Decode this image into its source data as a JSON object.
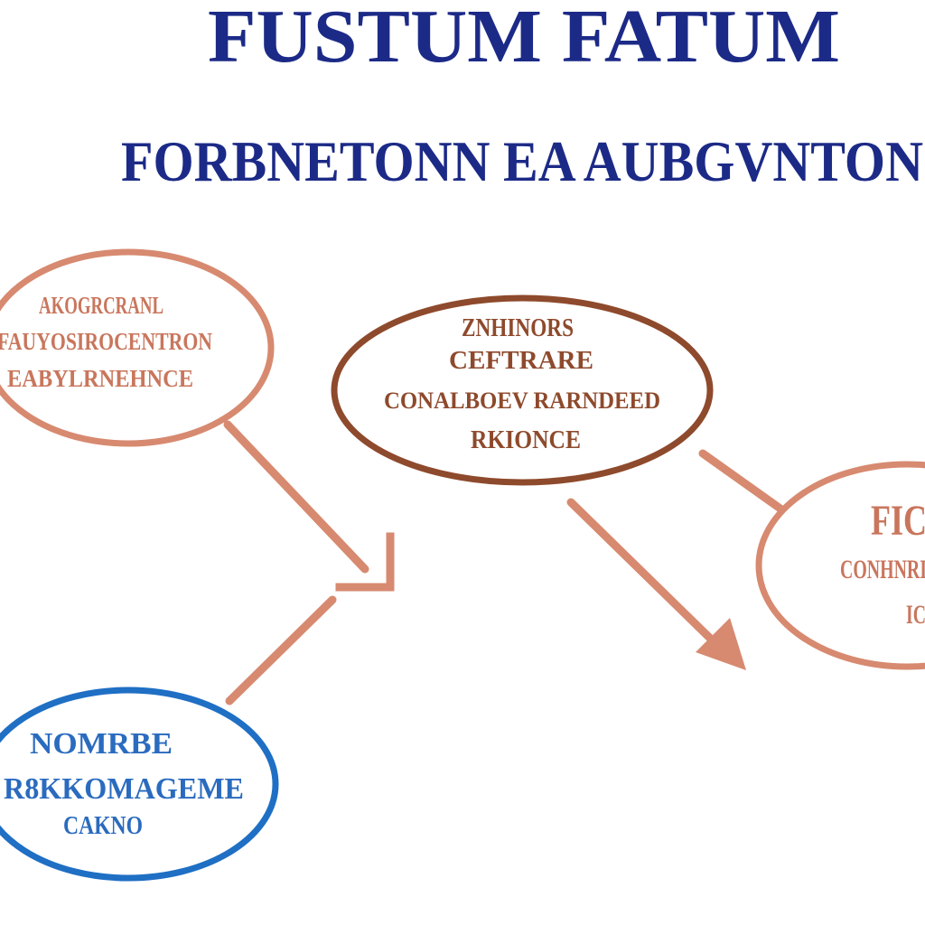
{
  "header": {
    "title": "FUSTUM FATUM",
    "subtitle": "FORBNETONN EA AUBGVNTON"
  },
  "nodes": [
    {
      "id": "left-top",
      "lines": [
        "AKOGRCRANL",
        "FAUYOSIROCENTRON",
        "EABYLRNEHNCE"
      ]
    },
    {
      "id": "center",
      "lines": [
        "ZNHINORS",
        "CEFTRARE",
        "CONALBOEV RARNDEED",
        "RKIONCE"
      ]
    },
    {
      "id": "right",
      "lines": [
        "FIC",
        "CONHNRI",
        "IC"
      ]
    },
    {
      "id": "bottom-left",
      "lines": [
        "NOMRBE",
        "R8KKOMAGEME",
        "CAKNO"
      ]
    }
  ],
  "edges": [
    {
      "from": "left-top",
      "to": "hub"
    },
    {
      "from": "bottom-left",
      "to": "hub"
    },
    {
      "from": "center",
      "to": "right"
    }
  ],
  "colors": {
    "title": "#1c2a87",
    "salmon": "#d78a70",
    "brown": "#8e4a2c",
    "blue": "#1f6fc4",
    "bottom_text": "#2a6bbf"
  }
}
